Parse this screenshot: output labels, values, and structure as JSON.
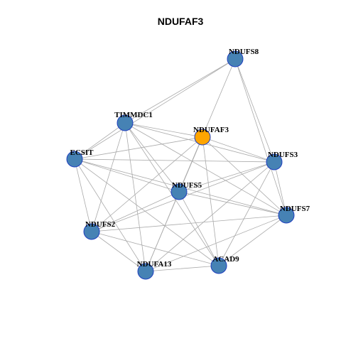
{
  "title": "NDUFAF3",
  "colors": {
    "focus_node": "#FFA500",
    "node": "#4682B4",
    "node_border": "#1f3fbf",
    "edge": "#aaaaaa"
  },
  "nodes": [
    {
      "id": "NDUFS8",
      "label": "NDUFS8",
      "focus": false
    },
    {
      "id": "TIMMDC1",
      "label": "TIMMDC1",
      "focus": false
    },
    {
      "id": "NDUFAF3",
      "label": "NDUFAF3",
      "focus": true
    },
    {
      "id": "ECSIT",
      "label": "ECSIT",
      "focus": false
    },
    {
      "id": "NDUFS3",
      "label": "NDUFS3",
      "focus": false
    },
    {
      "id": "NDUFS5",
      "label": "NDUFS5",
      "focus": false
    },
    {
      "id": "NDUFS7",
      "label": "NDUFS7",
      "focus": false
    },
    {
      "id": "NDUFS2",
      "label": "NDUFS2",
      "focus": false
    },
    {
      "id": "ACAD9",
      "label": "ACAD9",
      "focus": false
    },
    {
      "id": "NDUFA13",
      "label": "NDUFA13",
      "focus": false
    }
  ],
  "edges": [
    [
      "NDUFS8",
      "TIMMDC1"
    ],
    [
      "NDUFS8",
      "ECSIT"
    ],
    [
      "NDUFS8",
      "NDUFS3"
    ],
    [
      "NDUFS8",
      "NDUFS7"
    ],
    [
      "NDUFS8",
      "NDUFS5"
    ],
    [
      "TIMMDC1",
      "NDUFAF3"
    ],
    [
      "TIMMDC1",
      "ECSIT"
    ],
    [
      "TIMMDC1",
      "NDUFS3"
    ],
    [
      "TIMMDC1",
      "NDUFS5"
    ],
    [
      "TIMMDC1",
      "NDUFS7"
    ],
    [
      "TIMMDC1",
      "NDUFS2"
    ],
    [
      "TIMMDC1",
      "NDUFA13"
    ],
    [
      "TIMMDC1",
      "ACAD9"
    ],
    [
      "NDUFAF3",
      "ECSIT"
    ],
    [
      "NDUFAF3",
      "NDUFS3"
    ],
    [
      "NDUFAF3",
      "NDUFS5"
    ],
    [
      "NDUFAF3",
      "NDUFS7"
    ],
    [
      "NDUFAF3",
      "NDUFS2"
    ],
    [
      "NDUFAF3",
      "NDUFA13"
    ],
    [
      "NDUFAF3",
      "ACAD9"
    ],
    [
      "ECSIT",
      "NDUFS3"
    ],
    [
      "ECSIT",
      "NDUFS5"
    ],
    [
      "ECSIT",
      "NDUFS7"
    ],
    [
      "ECSIT",
      "NDUFS2"
    ],
    [
      "ECSIT",
      "NDUFA13"
    ],
    [
      "ECSIT",
      "ACAD9"
    ],
    [
      "NDUFS3",
      "NDUFS5"
    ],
    [
      "NDUFS3",
      "NDUFS7"
    ],
    [
      "NDUFS3",
      "NDUFS2"
    ],
    [
      "NDUFS3",
      "NDUFA13"
    ],
    [
      "NDUFS3",
      "ACAD9"
    ],
    [
      "NDUFS5",
      "NDUFS7"
    ],
    [
      "NDUFS5",
      "NDUFS2"
    ],
    [
      "NDUFS5",
      "NDUFA13"
    ],
    [
      "NDUFS5",
      "ACAD9"
    ],
    [
      "NDUFS7",
      "NDUFS2"
    ],
    [
      "NDUFS7",
      "NDUFA13"
    ],
    [
      "NDUFS7",
      "ACAD9"
    ],
    [
      "NDUFS2",
      "NDUFA13"
    ],
    [
      "NDUFS2",
      "ACAD9"
    ],
    [
      "NDUFA13",
      "ACAD9"
    ]
  ]
}
